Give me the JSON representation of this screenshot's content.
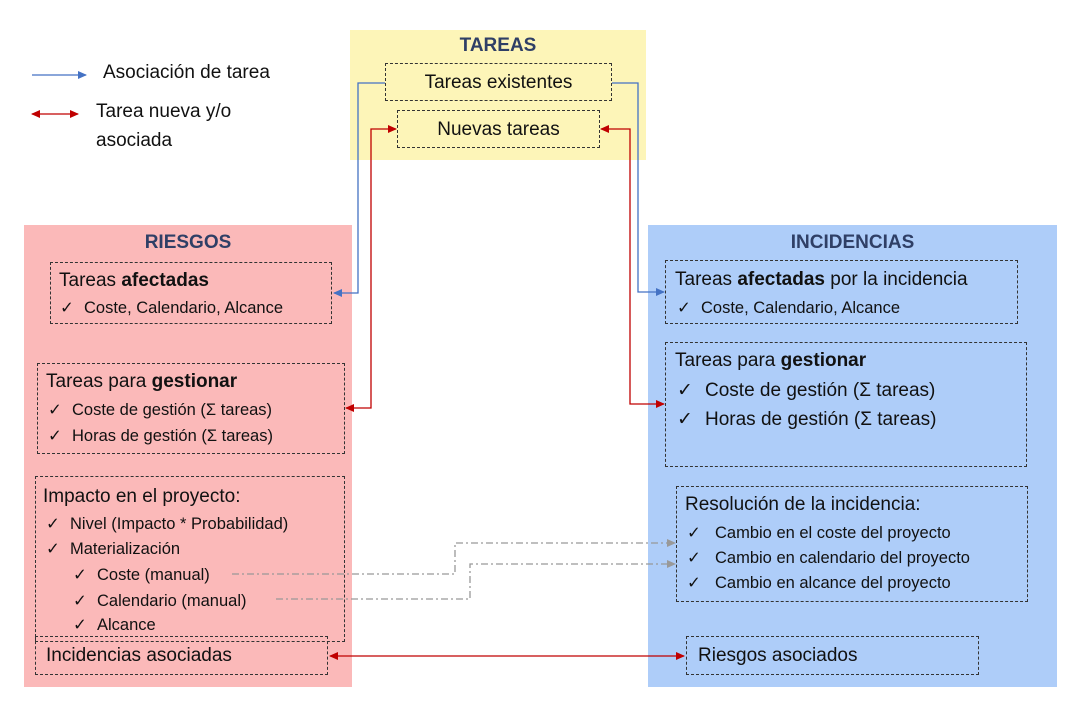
{
  "legend": {
    "association_label": "Asociación de tarea",
    "new_task_label_line1": "Tarea nueva y/o",
    "new_task_label_line2": "asociada"
  },
  "tareas": {
    "title": "TAREAS",
    "existing": "Tareas existentes",
    "new": "Nuevas tareas"
  },
  "riesgos": {
    "title": "RIESGOS",
    "affected": {
      "prefix": "Tareas ",
      "bold": "afectadas",
      "item": "Coste, Calendario, Alcance"
    },
    "manage": {
      "prefix": "Tareas para ",
      "bold": "gestionar",
      "items": [
        "Coste de gestión (Σ tareas)",
        "Horas de gestión (Σ tareas)"
      ]
    },
    "impact": {
      "title": "Impacto en el proyecto:",
      "items": [
        "Nivel (Impacto * Probabilidad)",
        "Materialización"
      ],
      "subitems": [
        "Coste (manual)",
        "Calendario (manual)",
        "Alcance"
      ]
    },
    "linked": "Incidencias asociadas"
  },
  "incidencias": {
    "title": "INCIDENCIAS",
    "affected": {
      "prefix": "Tareas ",
      "bold": "afectadas",
      "suffix": " por la incidencia",
      "item": "Coste, Calendario, Alcance"
    },
    "manage": {
      "prefix": "Tareas para ",
      "bold": "gestionar",
      "items": [
        "Coste de gestión (Σ tareas)",
        "Horas de gestión (Σ tareas)"
      ]
    },
    "resolution": {
      "title": "Resolución de la incidencia:",
      "items": [
        "Cambio en el coste del proyecto",
        "Cambio en calendario del proyecto",
        "Cambio en alcance del proyecto"
      ]
    },
    "linked": "Riesgos asociados"
  },
  "colors": {
    "tareas_bg": "#fdf5b8",
    "riesgos_bg": "#fbb9b9",
    "incidencias_bg": "#aecdf9",
    "blue_line": "#4472c4",
    "red_line": "#c00000",
    "gray_line": "#999999"
  },
  "check_glyph": "✓"
}
